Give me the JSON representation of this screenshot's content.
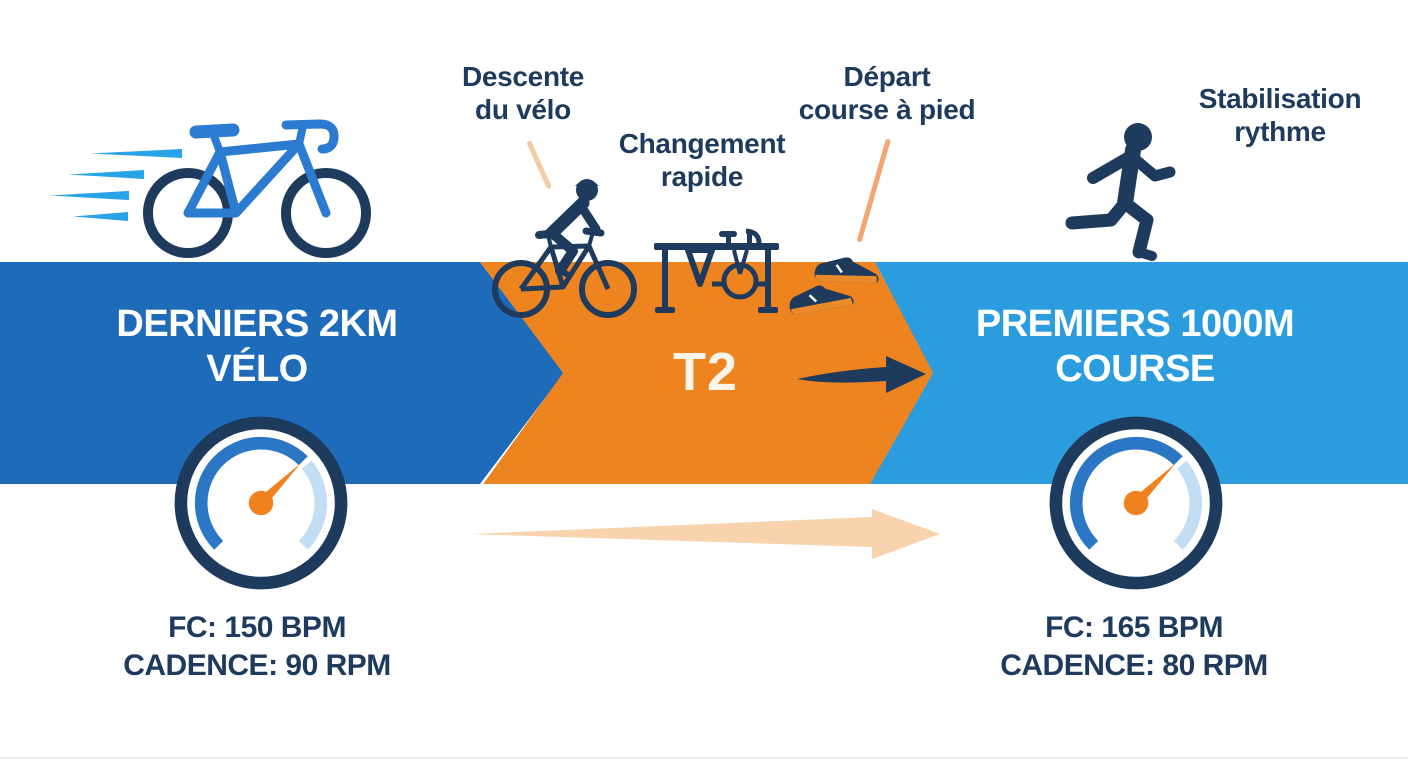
{
  "palette": {
    "left_band": "#1e6cb9",
    "right_band": "#2b9ddf",
    "transition_orange": "#ee8420",
    "navy": "#1e3a5c",
    "speed_line_blue": "#29a3e8",
    "bike_frame_blue": "#2b7cd0",
    "gauge_arc_blue": "#2b77c6",
    "gauge_arc_light": "#c3def2",
    "needle_orange": "#f0811f",
    "connector_peach": "#f4cba5",
    "connector_orange": "#f0a675",
    "faded_arrow_peach": "#f8d3ad",
    "shoe_orange": "#e98a2b"
  },
  "left_stage": {
    "title_line1": "DERNIERS 2KM",
    "title_line2": "VÉLO",
    "fc": "FC: 150 BPM",
    "cadence": "CADENCE: 90 RPM"
  },
  "transition": {
    "label": "T2"
  },
  "right_stage": {
    "title_line1": "PREMIERS 1000M",
    "title_line2": "COURSE",
    "fc": "FC: 165 BPM",
    "cadence": "CADENCE: 80 RPM"
  },
  "annotations": {
    "descente": {
      "line1": "Descente",
      "line2": "du vélo"
    },
    "changement": {
      "line1": "Changement",
      "line2": "rapide"
    },
    "depart": {
      "line1": "Départ",
      "line2": "course à pied"
    },
    "stabilisation": {
      "line1": "Stabilisation",
      "line2": "rythme"
    }
  },
  "icons": {
    "left": "speeding-bicycle-icon",
    "transition": [
      "cyclist-dismount-icon",
      "transition-rack-icon",
      "running-shoes-icon",
      "forward-arrow-icon"
    ],
    "right": "runner-icon",
    "gauges": "pace-gauge-icon",
    "momentum": "faded-momentum-arrow-icon"
  }
}
